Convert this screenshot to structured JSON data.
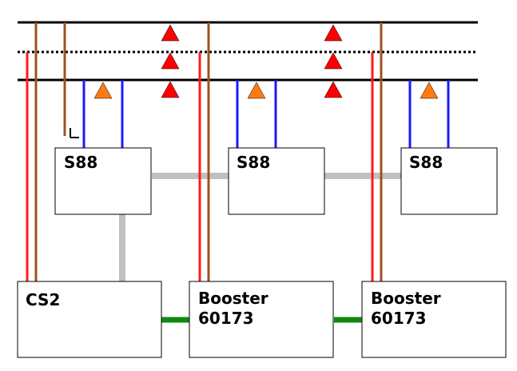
{
  "colors": {
    "rail": "#000000",
    "track_feed_red": "#ff1a1a",
    "track_feed_brown": "#a0501e",
    "sensor_wire": "#1a1aff",
    "bus_gray": "#c0c0c0",
    "booster_link": "#118811",
    "separator_red": "#ff0000",
    "sensor_orange": "#ff7a10",
    "box_border": "#000000",
    "box_fill": "#ffffff"
  },
  "modules": {
    "s88_1": {
      "label": "S88"
    },
    "s88_2": {
      "label": "S88"
    },
    "s88_3": {
      "label": "S88"
    },
    "cs2": {
      "label": "CS2"
    },
    "booster_1": {
      "label_line1": "Booster",
      "label_line2": "60173"
    },
    "booster_2": {
      "label_line1": "Booster",
      "label_line2": "60173"
    }
  },
  "icons": {
    "separator": "red-triangle-icon",
    "sensor": "orange-triangle-icon",
    "ground": "ground-symbol-icon"
  }
}
